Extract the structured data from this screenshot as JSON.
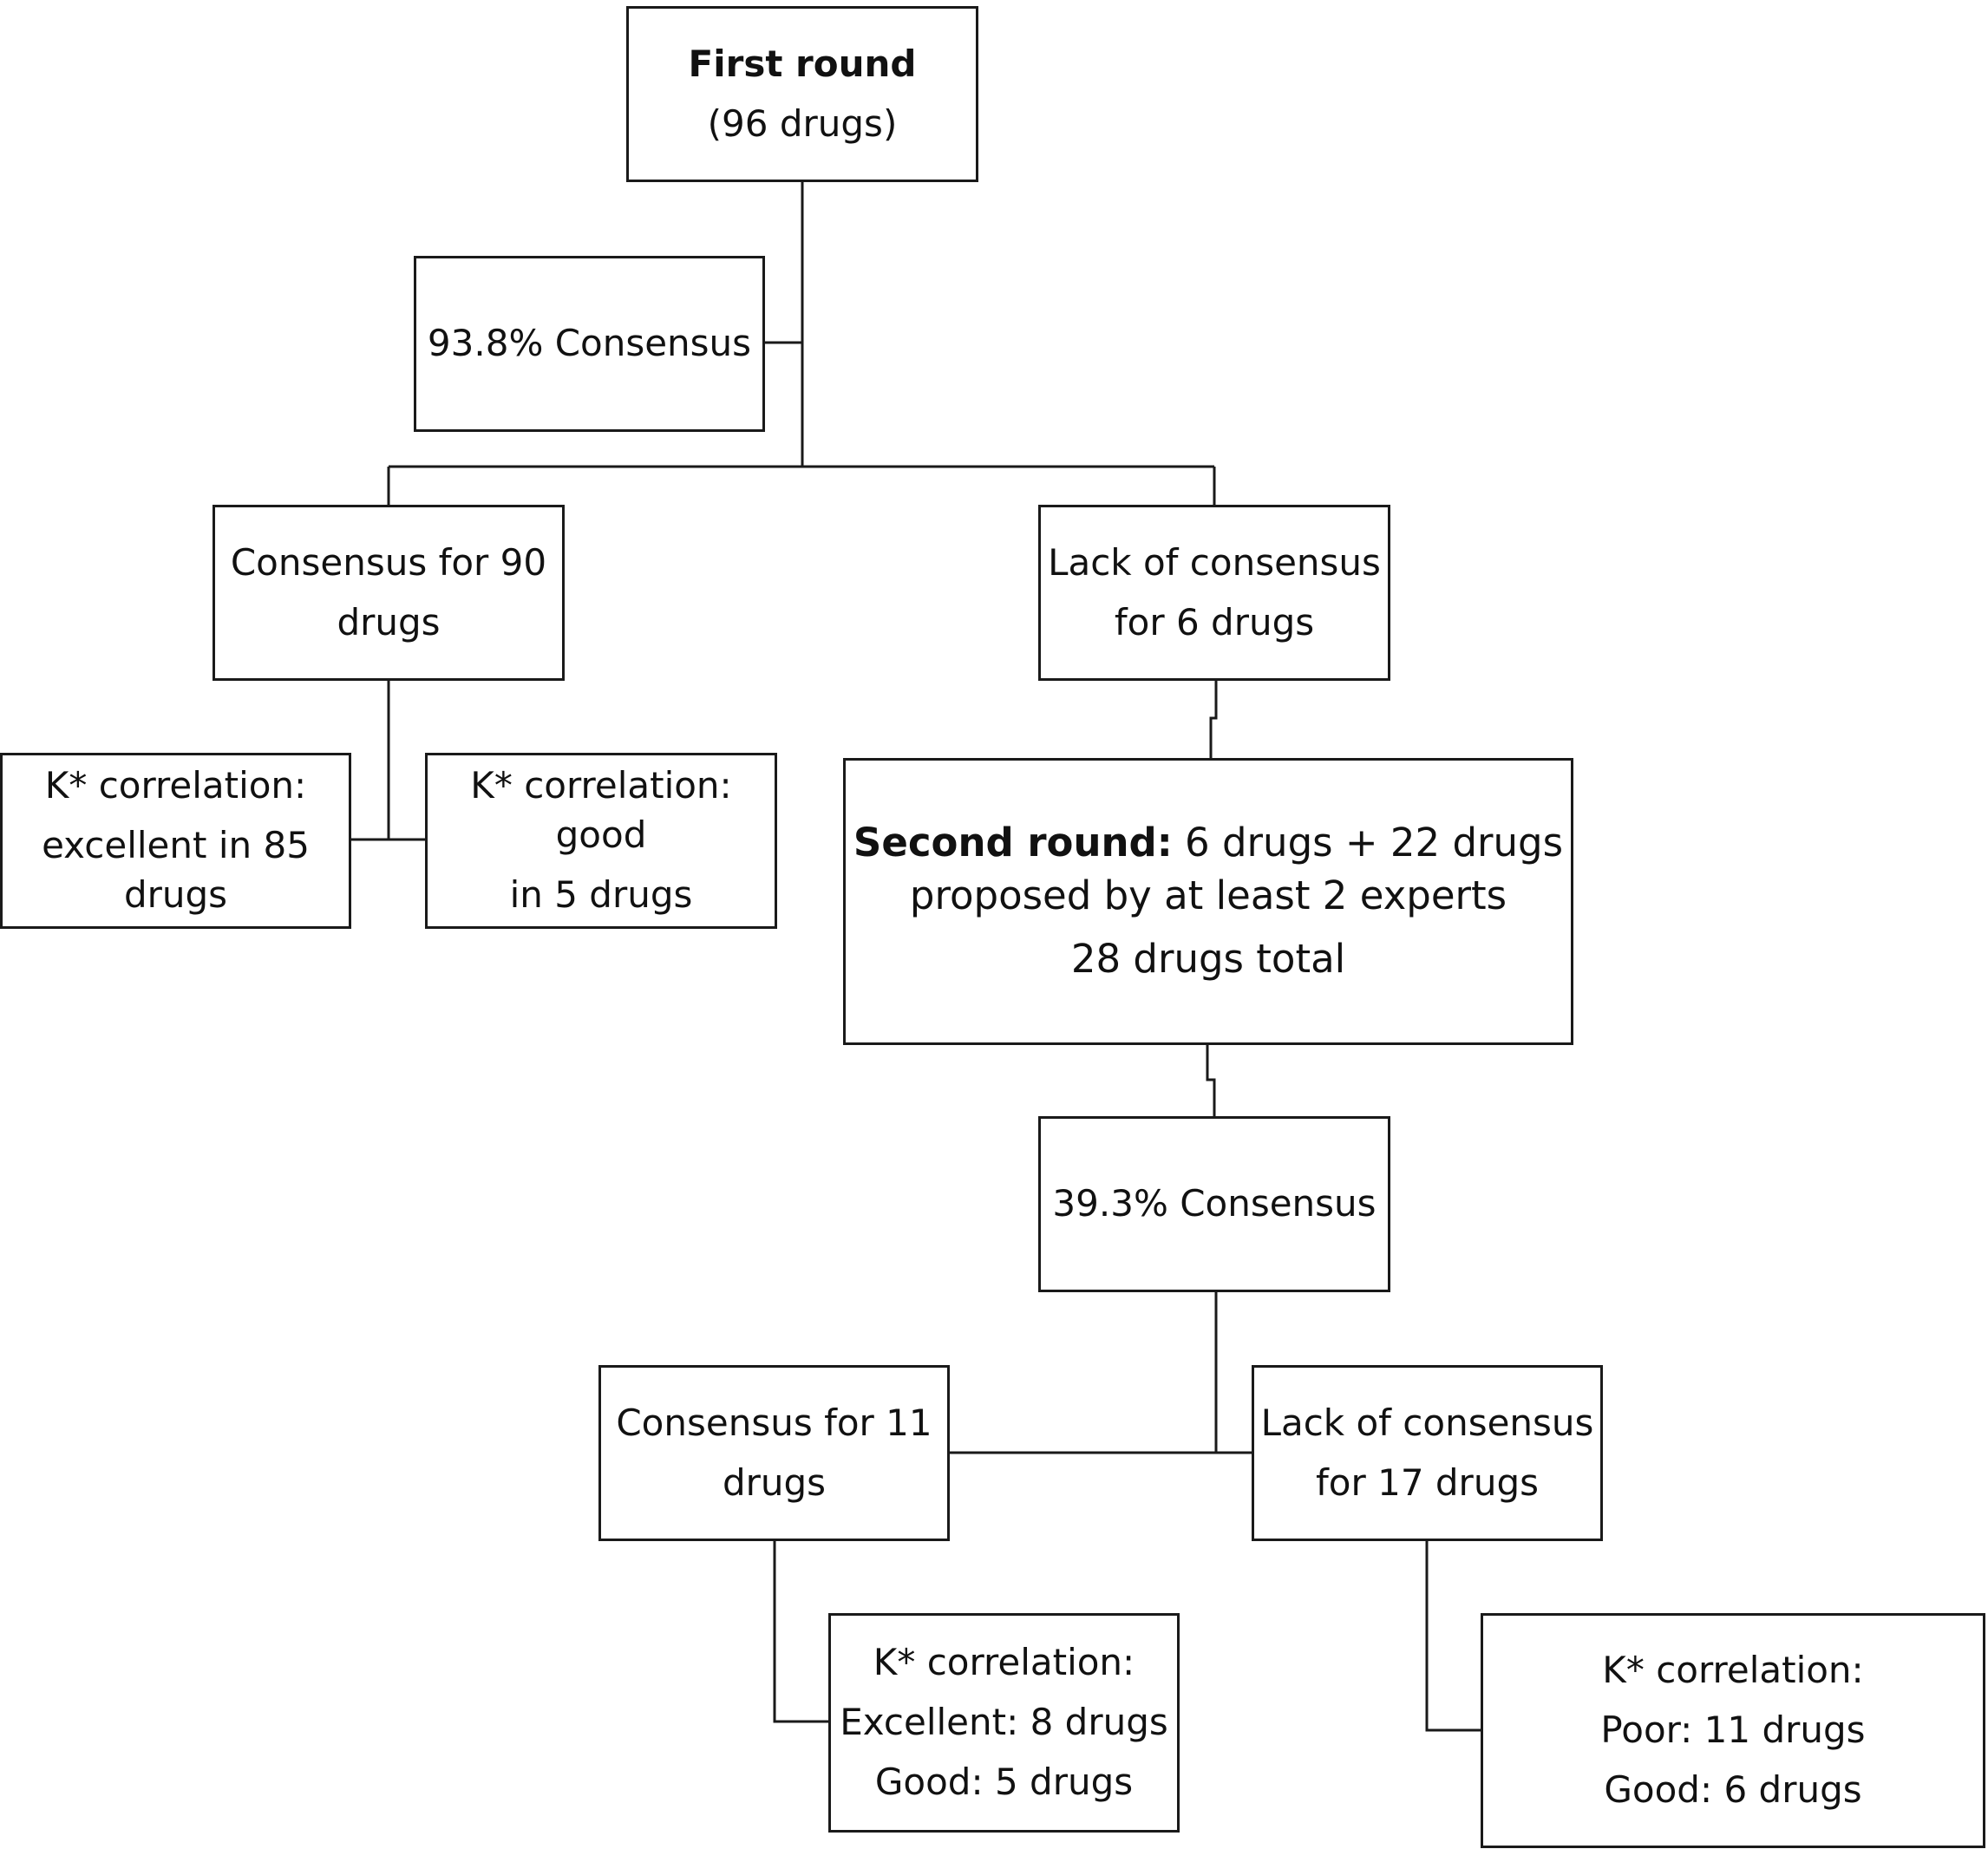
{
  "first_round": {
    "title": "First round",
    "subtitle": "(96 drugs)"
  },
  "round1_consensus": {
    "label": "93.8% Consensus"
  },
  "consensus_90": {
    "line1": "Consensus for 90",
    "line2": "drugs"
  },
  "lack_6": {
    "line1": "Lack of consensus",
    "line2": "for 6 drugs"
  },
  "kcorr_excellent_85": {
    "line1": "K* correlation:",
    "line2": "excellent in 85",
    "line3": "drugs"
  },
  "kcorr_good_5": {
    "line1": "K* correlation:",
    "line2": "good",
    "line3": "in 5 drugs"
  },
  "second_round": {
    "title": "Second round:",
    "line1_rest": " 6 drugs + 22 drugs",
    "line2": "proposed by at least 2 experts",
    "line3": "28 drugs total"
  },
  "round2_consensus": {
    "label": "39.3% Consensus"
  },
  "consensus_11": {
    "line1": "Consensus for 11",
    "line2": "drugs"
  },
  "lack_17": {
    "line1": "Lack of consensus",
    "line2": "for 17 drugs"
  },
  "kcorr_round2_consensus": {
    "line1": "K* correlation:",
    "line2": "Excellent: 8 drugs",
    "line3": "Good: 5 drugs"
  },
  "kcorr_round2_lack": {
    "line1": "K* correlation:",
    "line2": "Poor: 11 drugs",
    "line3": "Good: 6 drugs"
  }
}
